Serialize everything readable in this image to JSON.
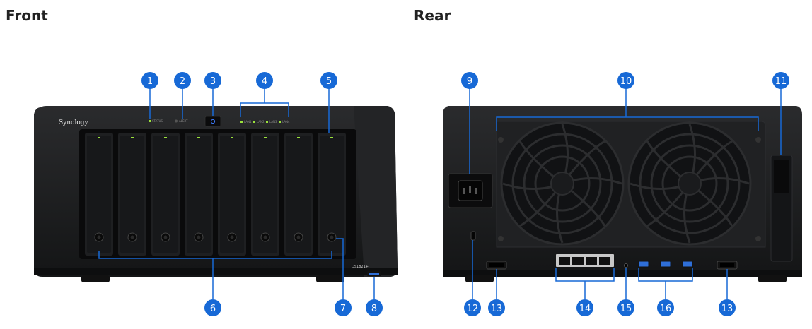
{
  "headings": {
    "front": "Front",
    "rear": "Rear"
  },
  "device": {
    "brand": "Synology",
    "model": "DS1821+"
  },
  "front_leds": {
    "status": "STATUS",
    "alert": "ALERT",
    "lan1": "LAN1",
    "lan2": "LAN2",
    "lan3": "LAN3",
    "lan4": "LAN4"
  },
  "callouts": [
    "1",
    "2",
    "3",
    "4",
    "5",
    "6",
    "7",
    "8",
    "9",
    "10",
    "11",
    "12",
    "13",
    "13",
    "14",
    "15",
    "16"
  ],
  "colors": {
    "callout": "#1769d6",
    "leader": "#1769d6",
    "chassis": "#1b1c1e",
    "bay": "#0e0f10",
    "led_green": "#9be23c",
    "usb_blue": "#2f6fd8",
    "power_blue": "#3d7cff"
  }
}
